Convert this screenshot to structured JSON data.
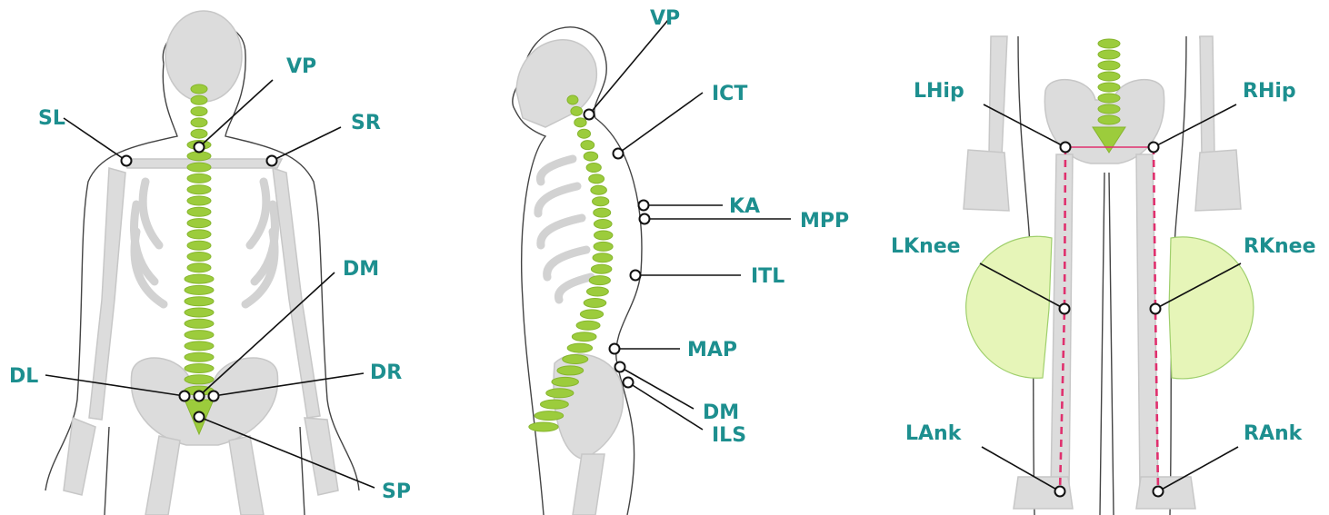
{
  "front": {
    "labels": {
      "vp": "VP",
      "sl": "SL",
      "sr": "SR",
      "dm": "DM",
      "dl": "DL",
      "dr": "DR",
      "sp": "SP"
    }
  },
  "side": {
    "labels": {
      "vp": "VP",
      "ict": "ICT",
      "ka": "KA",
      "mpp": "MPP",
      "itl": "ITL",
      "map": "MAP",
      "dm": "DM",
      "ils": "ILS"
    }
  },
  "legs": {
    "labels": {
      "lhip": "LHip",
      "rhip": "RHip",
      "lknee": "LKnee",
      "rknee": "RKnee",
      "lank": "LAnk",
      "rank": "RAnk"
    }
  },
  "colors": {
    "label": "#1d8f8f",
    "spine": "#9ccc3c",
    "bone": "#dcdcdc",
    "leg_line": "#e0306e",
    "knee_sector": "#e6f5b8"
  }
}
